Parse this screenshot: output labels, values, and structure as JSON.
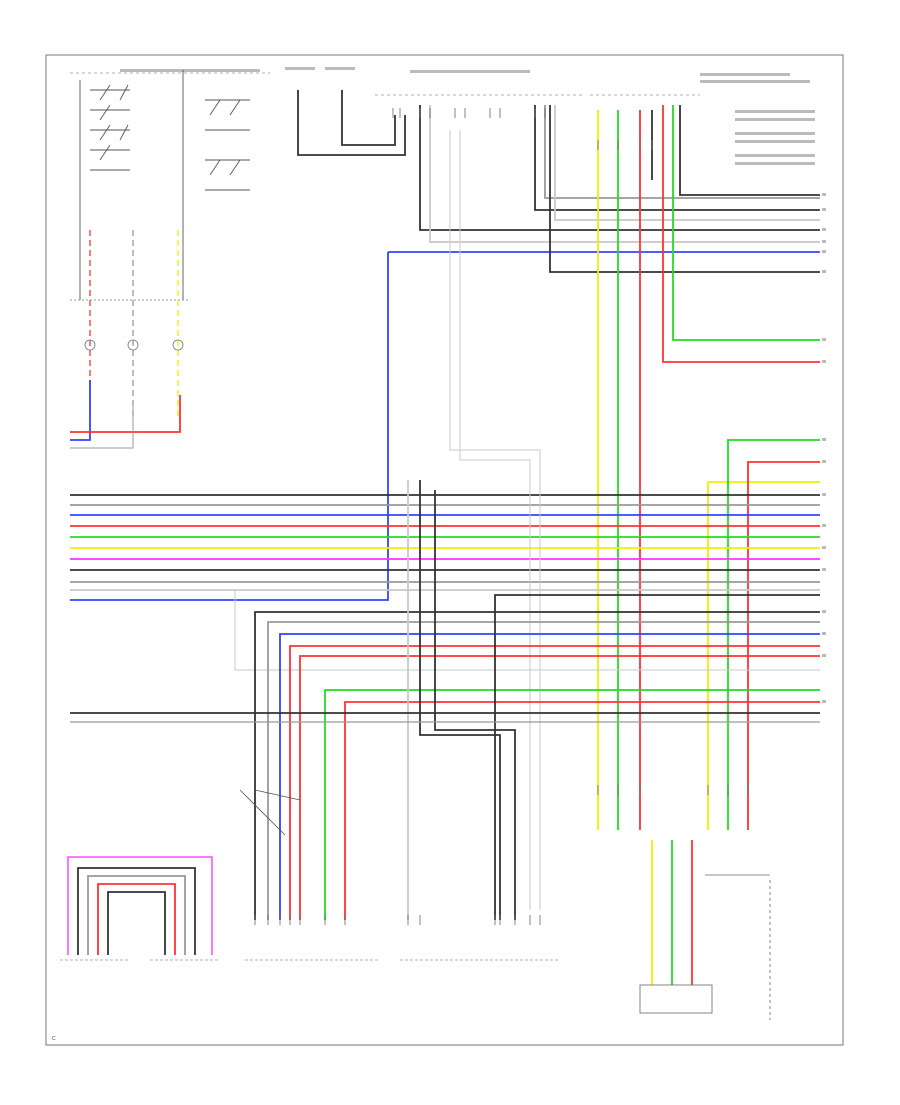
{
  "colors": {
    "frame": "#777777",
    "dark": "#333333",
    "gray": "#999999",
    "lightgray": "#c8c8c8",
    "blue": "#3344ff",
    "red": "#ff3333",
    "green": "#22dd22",
    "yellow": "#f0f000",
    "magenta": "#ff33ff",
    "pink": "#ff66ff"
  },
  "wire_colors": [
    "dark",
    "gray",
    "blue",
    "red",
    "green",
    "yellow",
    "magenta",
    "dark",
    "gray",
    "lightgray"
  ],
  "labels": {
    "corner": "C"
  }
}
